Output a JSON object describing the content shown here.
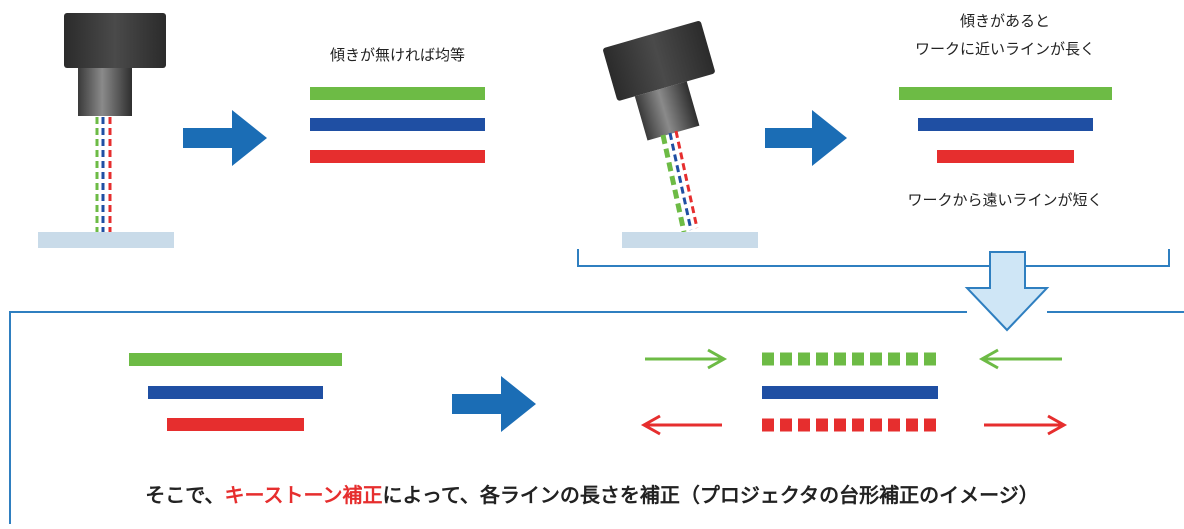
{
  "top_left": {
    "label": "傾きが無ければ均等"
  },
  "top_right": {
    "label_line1": "傾きがあると",
    "label_line2": "ワークに近いラインが長く",
    "label_bottom": "ワークから遠いラインが短く"
  },
  "caption": {
    "prefix": "そこで、",
    "highlight": "キーストーン補正",
    "suffix": "によって、各ラインの長さを補正（プロジェクタの台形補正のイメージ）"
  },
  "colors": {
    "green": "#6dbb45",
    "blue": "#1f4fa3",
    "red": "#e62e2e",
    "arrow_blue": "#1b6db5",
    "frame_blue": "#2f7fc0",
    "plate": "#c9dbe9",
    "camera_dark": "#3a3a3a"
  },
  "icons": [
    "camera-icon",
    "right-arrow-icon",
    "down-arrow-icon"
  ]
}
